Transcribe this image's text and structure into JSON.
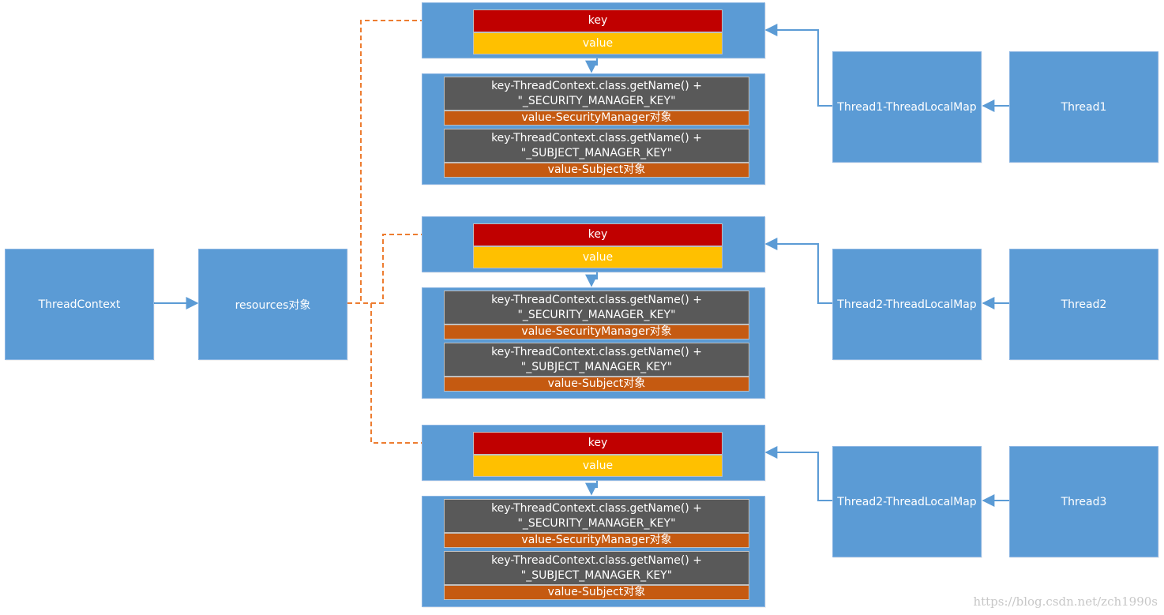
{
  "left": {
    "thread_context": "ThreadContext",
    "resources": "resources对象"
  },
  "groups": [
    {
      "key": "key",
      "value": "value",
      "entries": [
        {
          "key_line1": "key-ThreadContext.class.getName() +",
          "key_line2": "\"_SECURITY_MANAGER_KEY\"",
          "value": "value-SecurityManager对象"
        },
        {
          "key_line1": "key-ThreadContext.class.getName() +",
          "key_line2": "\"_SUBJECT_MANAGER_KEY\"",
          "value": "value-Subject对象"
        }
      ],
      "map_label": "Thread1-ThreadLocalMap",
      "thread_label": "Thread1"
    },
    {
      "key": "key",
      "value": "value",
      "entries": [
        {
          "key_line1": "key-ThreadContext.class.getName() +",
          "key_line2": "\"_SECURITY_MANAGER_KEY\"",
          "value": "value-SecurityManager对象"
        },
        {
          "key_line1": "key-ThreadContext.class.getName() +",
          "key_line2": "\"_SUBJECT_MANAGER_KEY\"",
          "value": "value-Subject对象"
        }
      ],
      "map_label": "Thread2-ThreadLocalMap",
      "thread_label": "Thread2"
    },
    {
      "key": "key",
      "value": "value",
      "entries": [
        {
          "key_line1": "key-ThreadContext.class.getName() +",
          "key_line2": "\"_SECURITY_MANAGER_KEY\"",
          "value": "value-SecurityManager对象"
        },
        {
          "key_line1": "key-ThreadContext.class.getName() +",
          "key_line2": "\"_SUBJECT_MANAGER_KEY\"",
          "value": "value-Subject对象"
        }
      ],
      "map_label": "Thread2-ThreadLocalMap",
      "thread_label": "Thread3"
    }
  ],
  "colors": {
    "box_blue": "#5b9bd5",
    "key_red": "#c00000",
    "value_yellow": "#ffc000",
    "entry_key_gray": "#595959",
    "entry_value_orange": "#c55a11",
    "dashed_orange": "#ed7d31"
  },
  "watermark": "https://blog.csdn.net/zch1990s"
}
